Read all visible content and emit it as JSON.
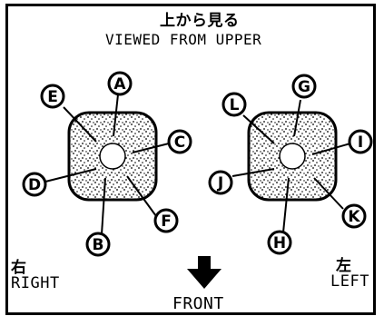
{
  "header": {
    "title_jp": "上から見る",
    "title_en": "VIEWED FROM UPPER"
  },
  "labels": {
    "right_jp": "右",
    "right_en": "RIGHT",
    "left_jp": "左",
    "left_en": "LEFT",
    "front": "FRONT"
  },
  "left_unit": {
    "callouts": [
      "A",
      "C",
      "E",
      "D",
      "B",
      "F"
    ]
  },
  "right_unit": {
    "callouts": [
      "G",
      "L",
      "I",
      "J",
      "H",
      "K"
    ]
  },
  "icons": {
    "front_arrow": "arrow-down-icon"
  },
  "colors": {
    "ink": "#000000",
    "paper": "#ffffff"
  }
}
